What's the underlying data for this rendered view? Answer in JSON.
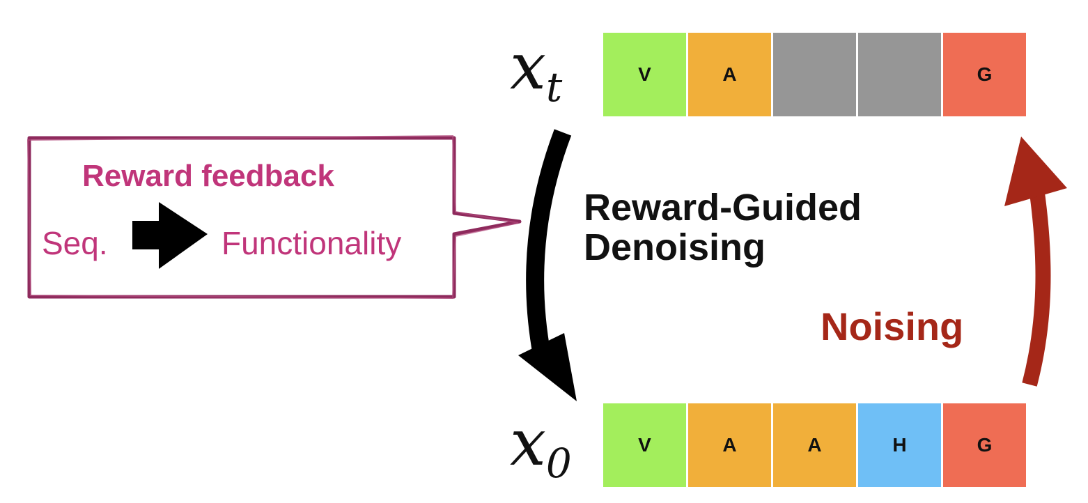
{
  "sequences": {
    "xt": {
      "label_main": "x",
      "label_sub": "t",
      "cells": [
        {
          "letter": "V",
          "color": "#a3ee5c"
        },
        {
          "letter": "A",
          "color": "#f1af3a"
        },
        {
          "letter": "",
          "color": "#969696"
        },
        {
          "letter": "",
          "color": "#969696"
        },
        {
          "letter": "G",
          "color": "#ef6d54"
        }
      ]
    },
    "x0": {
      "label_main": "x",
      "label_sub": "0",
      "cells": [
        {
          "letter": "V",
          "color": "#a3ee5c"
        },
        {
          "letter": "A",
          "color": "#f1af3a"
        },
        {
          "letter": "A",
          "color": "#f1af3a"
        },
        {
          "letter": "H",
          "color": "#6fbff6"
        },
        {
          "letter": "G",
          "color": "#ef6d54"
        }
      ]
    }
  },
  "denoising": {
    "line1": "Reward-Guided",
    "line2": "Denoising",
    "arrow_color": "#000000"
  },
  "noising": {
    "label": "Noising",
    "color": "#a52718"
  },
  "callout": {
    "title": "Reward feedback",
    "from": "Seq.",
    "to": "Functionality",
    "color": "#c0357a",
    "border_color": "#8e2a5c"
  }
}
